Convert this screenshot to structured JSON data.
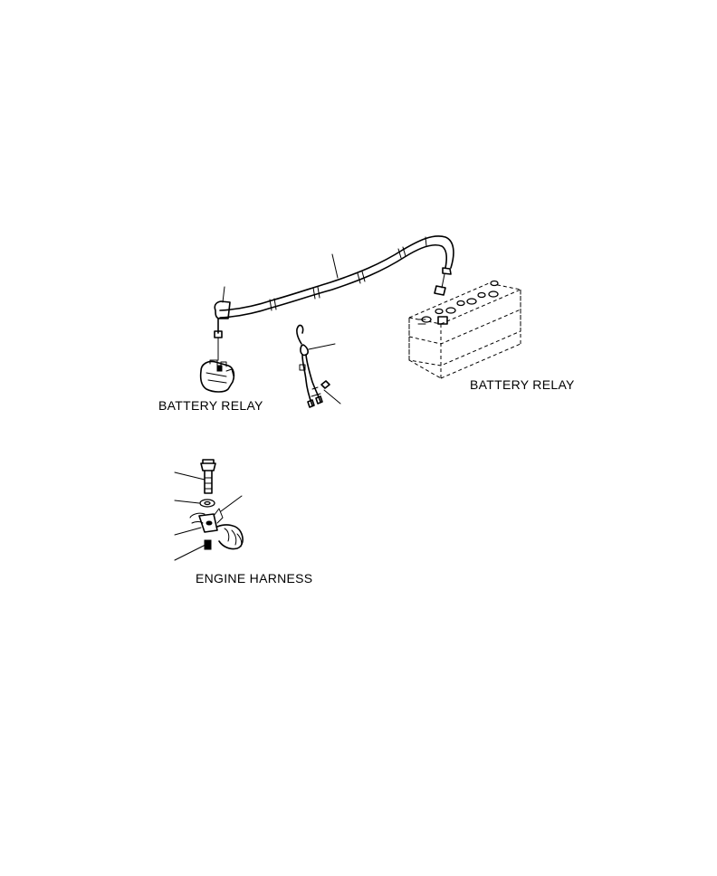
{
  "labels": {
    "battery_relay_left": "BATTERY RELAY",
    "battery_relay_right": "BATTERY RELAY",
    "engine_harness": "ENGINE HARNESS"
  },
  "colors": {
    "ink": "#000000",
    "background": "#ffffff"
  }
}
